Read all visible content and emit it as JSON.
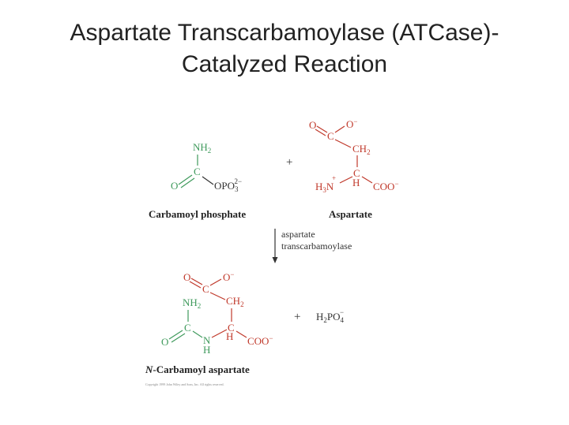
{
  "title": {
    "line1": "Aspartate Transcarbamoylase (ATCase)-",
    "line2": "Catalyzed Reaction"
  },
  "colors": {
    "carbamoyl_green": "#3f9a5c",
    "aspartate_red": "#c0392b",
    "text_dark": "#222222"
  },
  "reactants": {
    "carbamoyl_phosphate": {
      "label": "Carbamoyl phosphate",
      "amine": "NH",
      "amine_sub": "2",
      "carbon": "C",
      "oxygen": "O",
      "phosphate": "OPO",
      "phosphate_sub": "3",
      "phosphate_charge": "2−"
    },
    "plus": "+",
    "aspartate": {
      "label": "Aspartate",
      "carboxyl_o": "O",
      "carboxyl_c": "C",
      "carboxyl_ominus": "O",
      "carboxyl_charge": "−",
      "ch2": "CH",
      "ch2_sub": "2",
      "alpha_c": "C",
      "alpha_h": "H",
      "ammonium": "H",
      "ammonium_sub": "3",
      "ammonium_n": "N",
      "ammonium_charge": "+",
      "coo": "COO",
      "coo_charge": "−"
    }
  },
  "enzyme": {
    "line1": "aspartate",
    "line2": "transcarbamoylase"
  },
  "products": {
    "n_carbamoyl_aspartate": {
      "label_italic": "N",
      "label_rest": "-Carbamoyl aspartate",
      "carboxyl_o": "O",
      "carboxyl_c": "C",
      "carboxyl_ominus": "O",
      "carboxyl_charge": "−",
      "amine": "NH",
      "amine_sub": "2",
      "ch2": "CH",
      "ch2_sub": "2",
      "carbonyl_c": "C",
      "alpha_c": "C",
      "carbonyl_o": "O",
      "amide_n": "N",
      "amide_h": "H",
      "alpha_h": "H",
      "coo": "COO",
      "coo_charge": "−"
    },
    "plus": "+",
    "phosphate": {
      "h": "H",
      "h_sub": "2",
      "po": "PO",
      "po_sub": "4",
      "po_charge": "−"
    }
  },
  "copyright": "Copyright 1999 John Wiley and Sons, Inc. All rights reserved."
}
